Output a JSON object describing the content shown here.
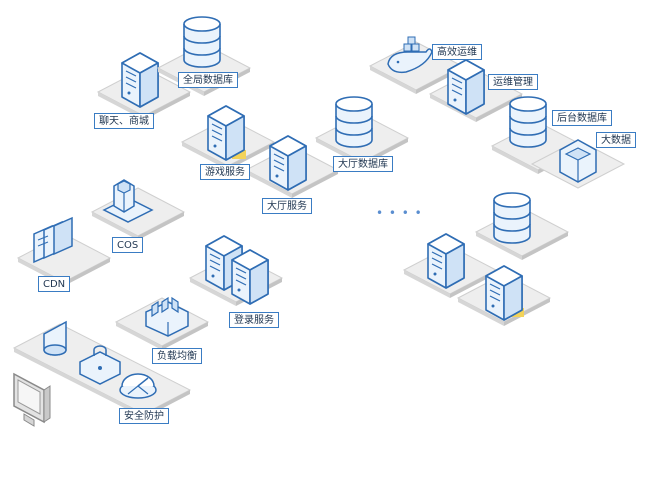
{
  "labels": {
    "chat_mall": "聊天、商城",
    "global_db": "全局数据库",
    "game_service": "游戏服务",
    "hall_service": "大厅服务",
    "hall_db": "大厅数据库",
    "cos": "COS",
    "cdn": "CDN",
    "login_service": "登录服务",
    "load_balancer": "负载均衡",
    "security": "安全防护",
    "ops_docker": "高效运维",
    "ops_manage": "运维管理",
    "backend_db": "后台数据库",
    "big_data": "大数据"
  },
  "colors": {
    "outline": "#2f6db4",
    "fill_light": "#eaf3fc",
    "fill_mid": "#cfe2f6",
    "platform": "#e9e9e9",
    "platform_edge": "#c9c9c9",
    "accent": "#f3d35a"
  }
}
